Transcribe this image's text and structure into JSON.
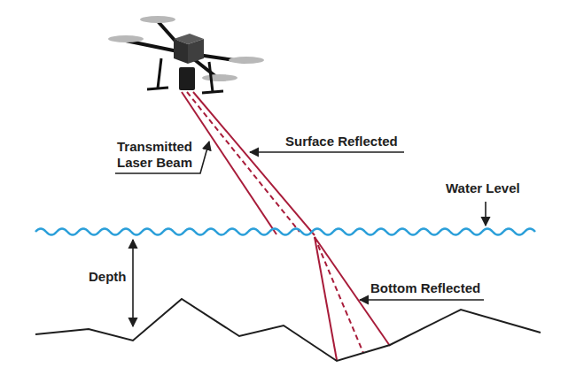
{
  "diagram": {
    "labels": [
      "Transmitted Laser Beam",
      "Surface Reflected",
      "Water Level",
      "Depth",
      "Bottom Reflected"
    ]
  }
}
